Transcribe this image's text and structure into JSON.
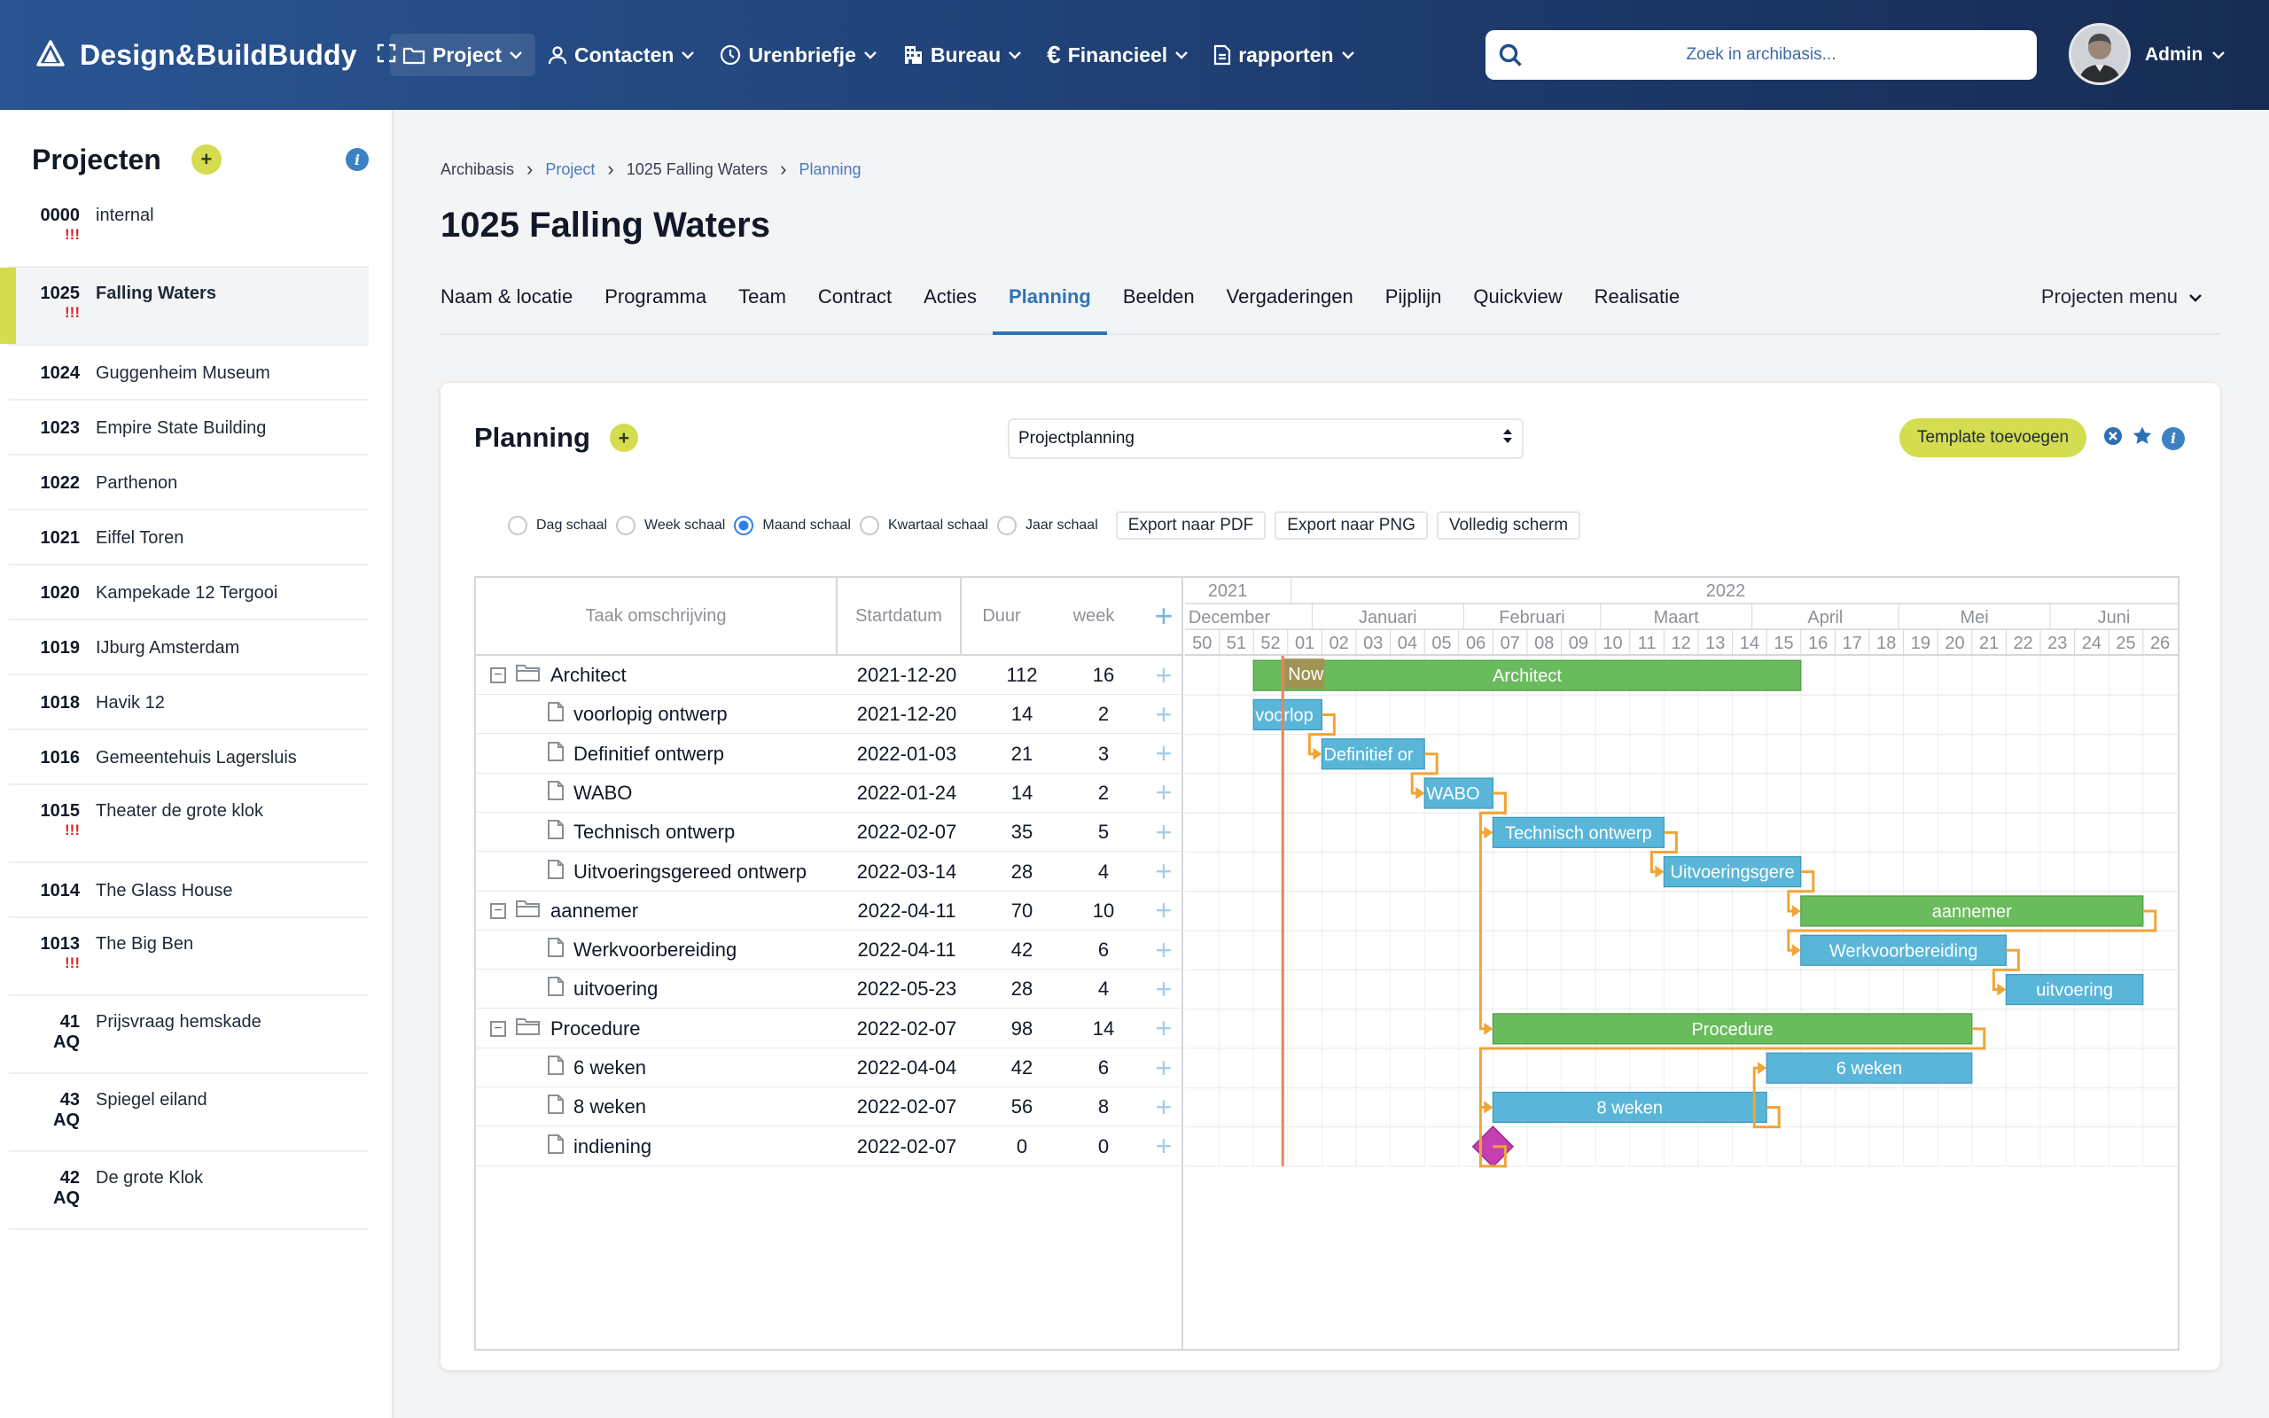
{
  "app": {
    "brand": "Design&BuildBuddy",
    "user_name": "Admin"
  },
  "nav": [
    {
      "label": "Project",
      "icon": "folder-icon"
    },
    {
      "label": "Contacten",
      "icon": "person-icon"
    },
    {
      "label": "Urenbriefje",
      "icon": "clock-icon"
    },
    {
      "label": "Bureau",
      "icon": "building-icon"
    },
    {
      "label": "Financieel",
      "icon": "euro-icon"
    },
    {
      "label": "rapporten",
      "icon": "document-icon"
    }
  ],
  "search": {
    "placeholder": "Zoek in archibasis..."
  },
  "sidebar": {
    "title": "Projecten",
    "projects": [
      {
        "num": "0000",
        "name": "internal",
        "flag": "!!!"
      },
      {
        "num": "1025",
        "name": "Falling Waters",
        "flag": "!!!",
        "active": true
      },
      {
        "num": "1024",
        "name": "Guggenheim Museum",
        "flag": ""
      },
      {
        "num": "1023",
        "name": "Empire State Building",
        "flag": ""
      },
      {
        "num": "1022",
        "name": "Parthenon",
        "flag": ""
      },
      {
        "num": "1021",
        "name": "Eiffel Toren",
        "flag": ""
      },
      {
        "num": "1020",
        "name": "Kampekade 12 Tergooi",
        "flag": ""
      },
      {
        "num": "1019",
        "name": "IJburg Amsterdam",
        "flag": ""
      },
      {
        "num": "1018",
        "name": "Havik 12",
        "flag": ""
      },
      {
        "num": "1016",
        "name": "Gemeentehuis Lagersluis",
        "flag": ""
      },
      {
        "num": "1015",
        "name": "Theater de grote klok",
        "flag": "!!!"
      },
      {
        "num": "1014",
        "name": "The Glass House",
        "flag": ""
      },
      {
        "num": "1013",
        "name": "The Big Ben",
        "flag": "!!!"
      },
      {
        "num": "41",
        "name": "Prijsvraag hemskade",
        "flag": "AQ"
      },
      {
        "num": "43",
        "name": "Spiegel eiland",
        "flag": "AQ"
      },
      {
        "num": "42",
        "name": "De grote Klok",
        "flag": "AQ"
      }
    ]
  },
  "breadcrumb": [
    "Archibasis",
    "Project",
    "1025 Falling Waters",
    "Planning"
  ],
  "page_title": "1025 Falling Waters",
  "tabs": [
    "Naam & locatie",
    "Programma",
    "Team",
    "Contract",
    "Acties",
    "Planning",
    "Beelden",
    "Vergaderingen",
    "Pijplijn",
    "Quickview",
    "Realisatie"
  ],
  "active_tab": "Planning",
  "projects_menu": "Projecten menu",
  "planning": {
    "title": "Planning",
    "select_value": "Projectplanning",
    "template_button": "Template toevoegen",
    "scales": [
      {
        "label": "Dag schaal",
        "checked": false
      },
      {
        "label": "Week schaal",
        "checked": false
      },
      {
        "label": "Maand schaal",
        "checked": true
      },
      {
        "label": "Kwartaal schaal",
        "checked": false
      },
      {
        "label": "Jaar schaal",
        "checked": false
      }
    ],
    "export_pdf": "Export naar PDF",
    "export_png": "Export naar PNG",
    "fullscreen": "Volledig scherm",
    "columns": {
      "task": "Taak omschrijving",
      "start": "Startdatum",
      "duration": "Duur",
      "week": "week"
    },
    "timeline": {
      "years": [
        "2021",
        "2022"
      ],
      "months": [
        "December",
        "Januari",
        "Februari",
        "Maart",
        "April",
        "Mei",
        "Juni",
        "Ju"
      ],
      "weeks": [
        "50",
        "51",
        "52",
        "01",
        "02",
        "03",
        "04",
        "05",
        "06",
        "07",
        "08",
        "09",
        "10",
        "11",
        "12",
        "13",
        "14",
        "15",
        "16",
        "17",
        "18",
        "19",
        "20",
        "21",
        "22",
        "23",
        "24",
        "25",
        "26"
      ],
      "now_label": "Now"
    },
    "tasks": [
      {
        "name": "Architect",
        "type": "group",
        "start": "2021-12-20",
        "duration": "112",
        "week": "16",
        "bar_label": "Architect"
      },
      {
        "name": "voorlopig ontwerp",
        "type": "task",
        "start": "2021-12-20",
        "duration": "14",
        "week": "2",
        "bar_label": "voorlop"
      },
      {
        "name": "Definitief ontwerp",
        "type": "task",
        "start": "2022-01-03",
        "duration": "21",
        "week": "3",
        "bar_label": "Definitief or"
      },
      {
        "name": "WABO",
        "type": "task",
        "start": "2022-01-24",
        "duration": "14",
        "week": "2",
        "bar_label": "WABO"
      },
      {
        "name": "Technisch ontwerp",
        "type": "task",
        "start": "2022-02-07",
        "duration": "35",
        "week": "5",
        "bar_label": "Technisch ontwerp"
      },
      {
        "name": "Uitvoeringsgereed ontwerp",
        "type": "task",
        "start": "2022-03-14",
        "duration": "28",
        "week": "4",
        "bar_label": "Uitvoeringsgere"
      },
      {
        "name": "aannemer",
        "type": "group",
        "start": "2022-04-11",
        "duration": "70",
        "week": "10",
        "bar_label": "aannemer"
      },
      {
        "name": "Werkvoorbereiding",
        "type": "task",
        "start": "2022-04-11",
        "duration": "42",
        "week": "6",
        "bar_label": "Werkvoorbereiding"
      },
      {
        "name": "uitvoering",
        "type": "task",
        "start": "2022-05-23",
        "duration": "28",
        "week": "4",
        "bar_label": "uitvoering"
      },
      {
        "name": "Procedure",
        "type": "group",
        "start": "2022-02-07",
        "duration": "98",
        "week": "14",
        "bar_label": "Procedure"
      },
      {
        "name": "6 weken",
        "type": "task",
        "start": "2022-04-04",
        "duration": "42",
        "week": "6",
        "bar_label": "6 weken"
      },
      {
        "name": "8 weken",
        "type": "task",
        "start": "2022-02-07",
        "duration": "56",
        "week": "8",
        "bar_label": "8 weken"
      },
      {
        "name": "indiening",
        "type": "milestone",
        "start": "2022-02-07",
        "duration": "0",
        "week": "0",
        "bar_label": ""
      }
    ],
    "links": [
      [
        1,
        2
      ],
      [
        2,
        3
      ],
      [
        3,
        4
      ],
      [
        4,
        5
      ],
      [
        5,
        6
      ],
      [
        6,
        7
      ],
      [
        7,
        8
      ],
      [
        3,
        9
      ],
      [
        9,
        11
      ],
      [
        11,
        10
      ],
      [
        12,
        11
      ]
    ],
    "colors": {
      "group_bar": "#6abb5d",
      "task_bar": "#59b6d9",
      "milestone": "#c53fb3",
      "link": "#f0a537",
      "today": "#e8845d"
    }
  }
}
